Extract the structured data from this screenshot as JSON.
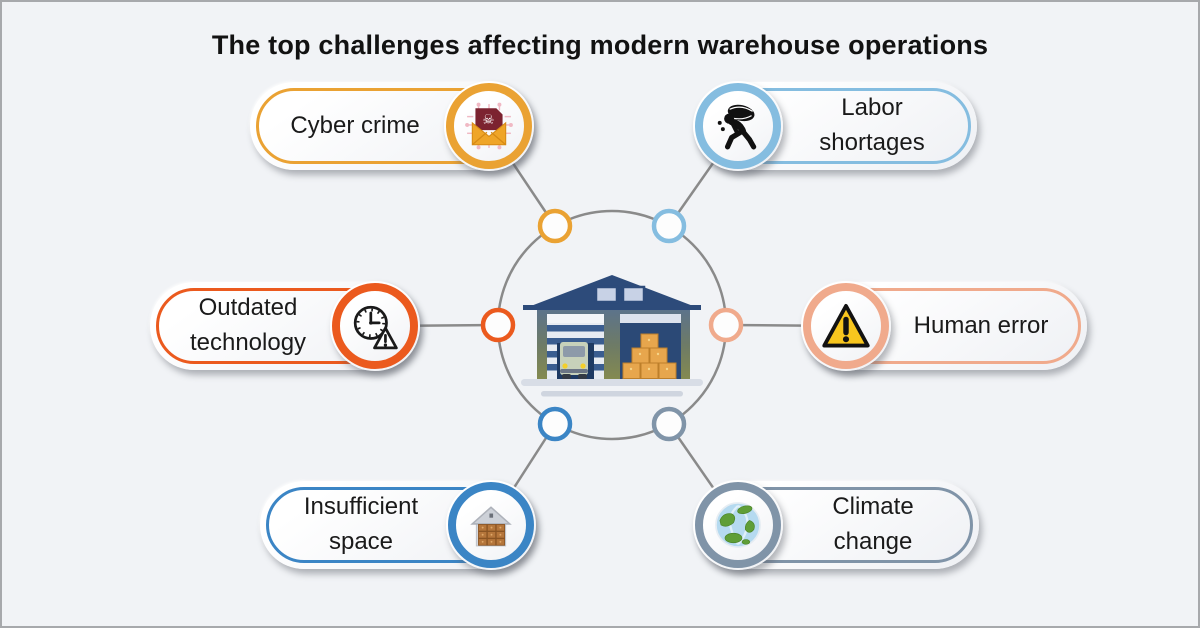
{
  "title": "The top challenges affecting modern warehouse operations",
  "center": {
    "illustration": "warehouse-loading-dock-with-delivery-van-and-stacked-boxes"
  },
  "hub": {
    "line_color": "#8a8a8a"
  },
  "challenges": [
    {
      "id": "cyber-crime",
      "label": "Cyber crime",
      "color": "#EAA233",
      "icon": "malware-email-icon"
    },
    {
      "id": "labor-shortages",
      "label": "Labor shortages",
      "color": "#85BDE0",
      "icon": "worker-carrying-load-icon"
    },
    {
      "id": "outdated-technology",
      "label": "Outdated technology",
      "color": "#EB5A1E",
      "icon": "outdated-clock-icon"
    },
    {
      "id": "human-error",
      "label": "Human error",
      "color": "#F0AA8C",
      "icon": "warning-triangle-icon"
    },
    {
      "id": "insufficient-space",
      "label": "Insufficient space",
      "color": "#3B85C5",
      "icon": "overfilled-warehouse-icon"
    },
    {
      "id": "climate-change",
      "label": "Climate change",
      "color": "#8094A8",
      "icon": "earth-globe-icon"
    }
  ]
}
